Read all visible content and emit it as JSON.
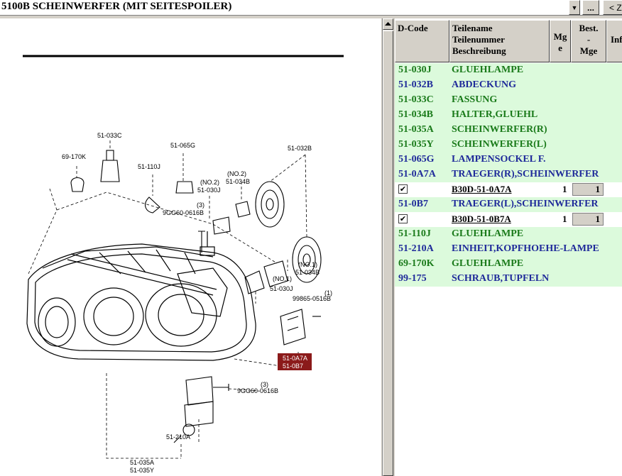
{
  "window": {
    "title": "5100B  SCHEINWERFER (MIT SEITESPOILER)",
    "dropdown_arrow": "▼",
    "ellipsis_label": "...",
    "prev_label": "< Z"
  },
  "diagram": {
    "callouts": [
      "51-033C",
      "69-170K",
      "51-065G",
      "51-110J",
      "(NO.2)",
      "51-030J",
      "(NO.2)",
      "51-034B",
      "51-032B",
      "(3)",
      "9GG60-0616B",
      "(NO.1)",
      "51-034B",
      "(NO.1)",
      "51-030J",
      "(1)",
      "99865-0516B",
      "51-0A7A",
      "51-0B7",
      "(3)",
      "9GG60-0616B",
      "51-210A",
      "51-035A",
      "51-035Y"
    ],
    "highlight_color": "#8b1a1a"
  },
  "parts_table": {
    "columns": {
      "dcode": "D-Code",
      "name_lines": [
        "Teilename",
        "Teilenummer",
        "Beschreibung"
      ],
      "mge_lines": [
        "Mg",
        "e"
      ],
      "best_lines": [
        "Best.",
        "-",
        "Mge"
      ],
      "inf": "Inf"
    },
    "rows": [
      {
        "kind": "part",
        "code": "51-030J",
        "name": "GLUEHLAMPE",
        "color": "green"
      },
      {
        "kind": "part",
        "code": "51-032B",
        "name": "ABDECKUNG",
        "color": "blue"
      },
      {
        "kind": "part",
        "code": "51-033C",
        "name": "FASSUNG",
        "color": "green"
      },
      {
        "kind": "part",
        "code": "51-034B",
        "name": "HALTER,GLUEHL",
        "color": "green"
      },
      {
        "kind": "part",
        "code": "51-035A",
        "name": "SCHEINWERFER(R)",
        "color": "green"
      },
      {
        "kind": "part",
        "code": "51-035Y",
        "name": "SCHEINWERFER(L)",
        "color": "green"
      },
      {
        "kind": "part",
        "code": "51-065G",
        "name": "LAMPENSOCKEL F.",
        "color": "blue"
      },
      {
        "kind": "part",
        "code": "51-0A7A",
        "name": "TRAEGER(R),SCHEINWERFER",
        "color": "blue"
      },
      {
        "kind": "sub",
        "check": "✔",
        "number": "B30D-51-0A7A",
        "qty": "1",
        "best": "1"
      },
      {
        "kind": "part",
        "code": "51-0B7",
        "name": "TRAEGER(L),SCHEINWERFER",
        "color": "blue"
      },
      {
        "kind": "sub",
        "check": "✔",
        "number": "B30D-51-0B7A",
        "qty": "1",
        "best": "1"
      },
      {
        "kind": "part",
        "code": "51-110J",
        "name": "GLUEHLAMPE",
        "color": "green"
      },
      {
        "kind": "part",
        "code": "51-210A",
        "name": "EINHEIT,KOPFHOEHE-LAMPE",
        "color": "blue"
      },
      {
        "kind": "part",
        "code": "69-170K",
        "name": "GLUEHLAMPE",
        "color": "green"
      },
      {
        "kind": "part",
        "code": "99-175",
        "name": "SCHRAUB,TUPFELN",
        "color": "blue"
      }
    ]
  }
}
